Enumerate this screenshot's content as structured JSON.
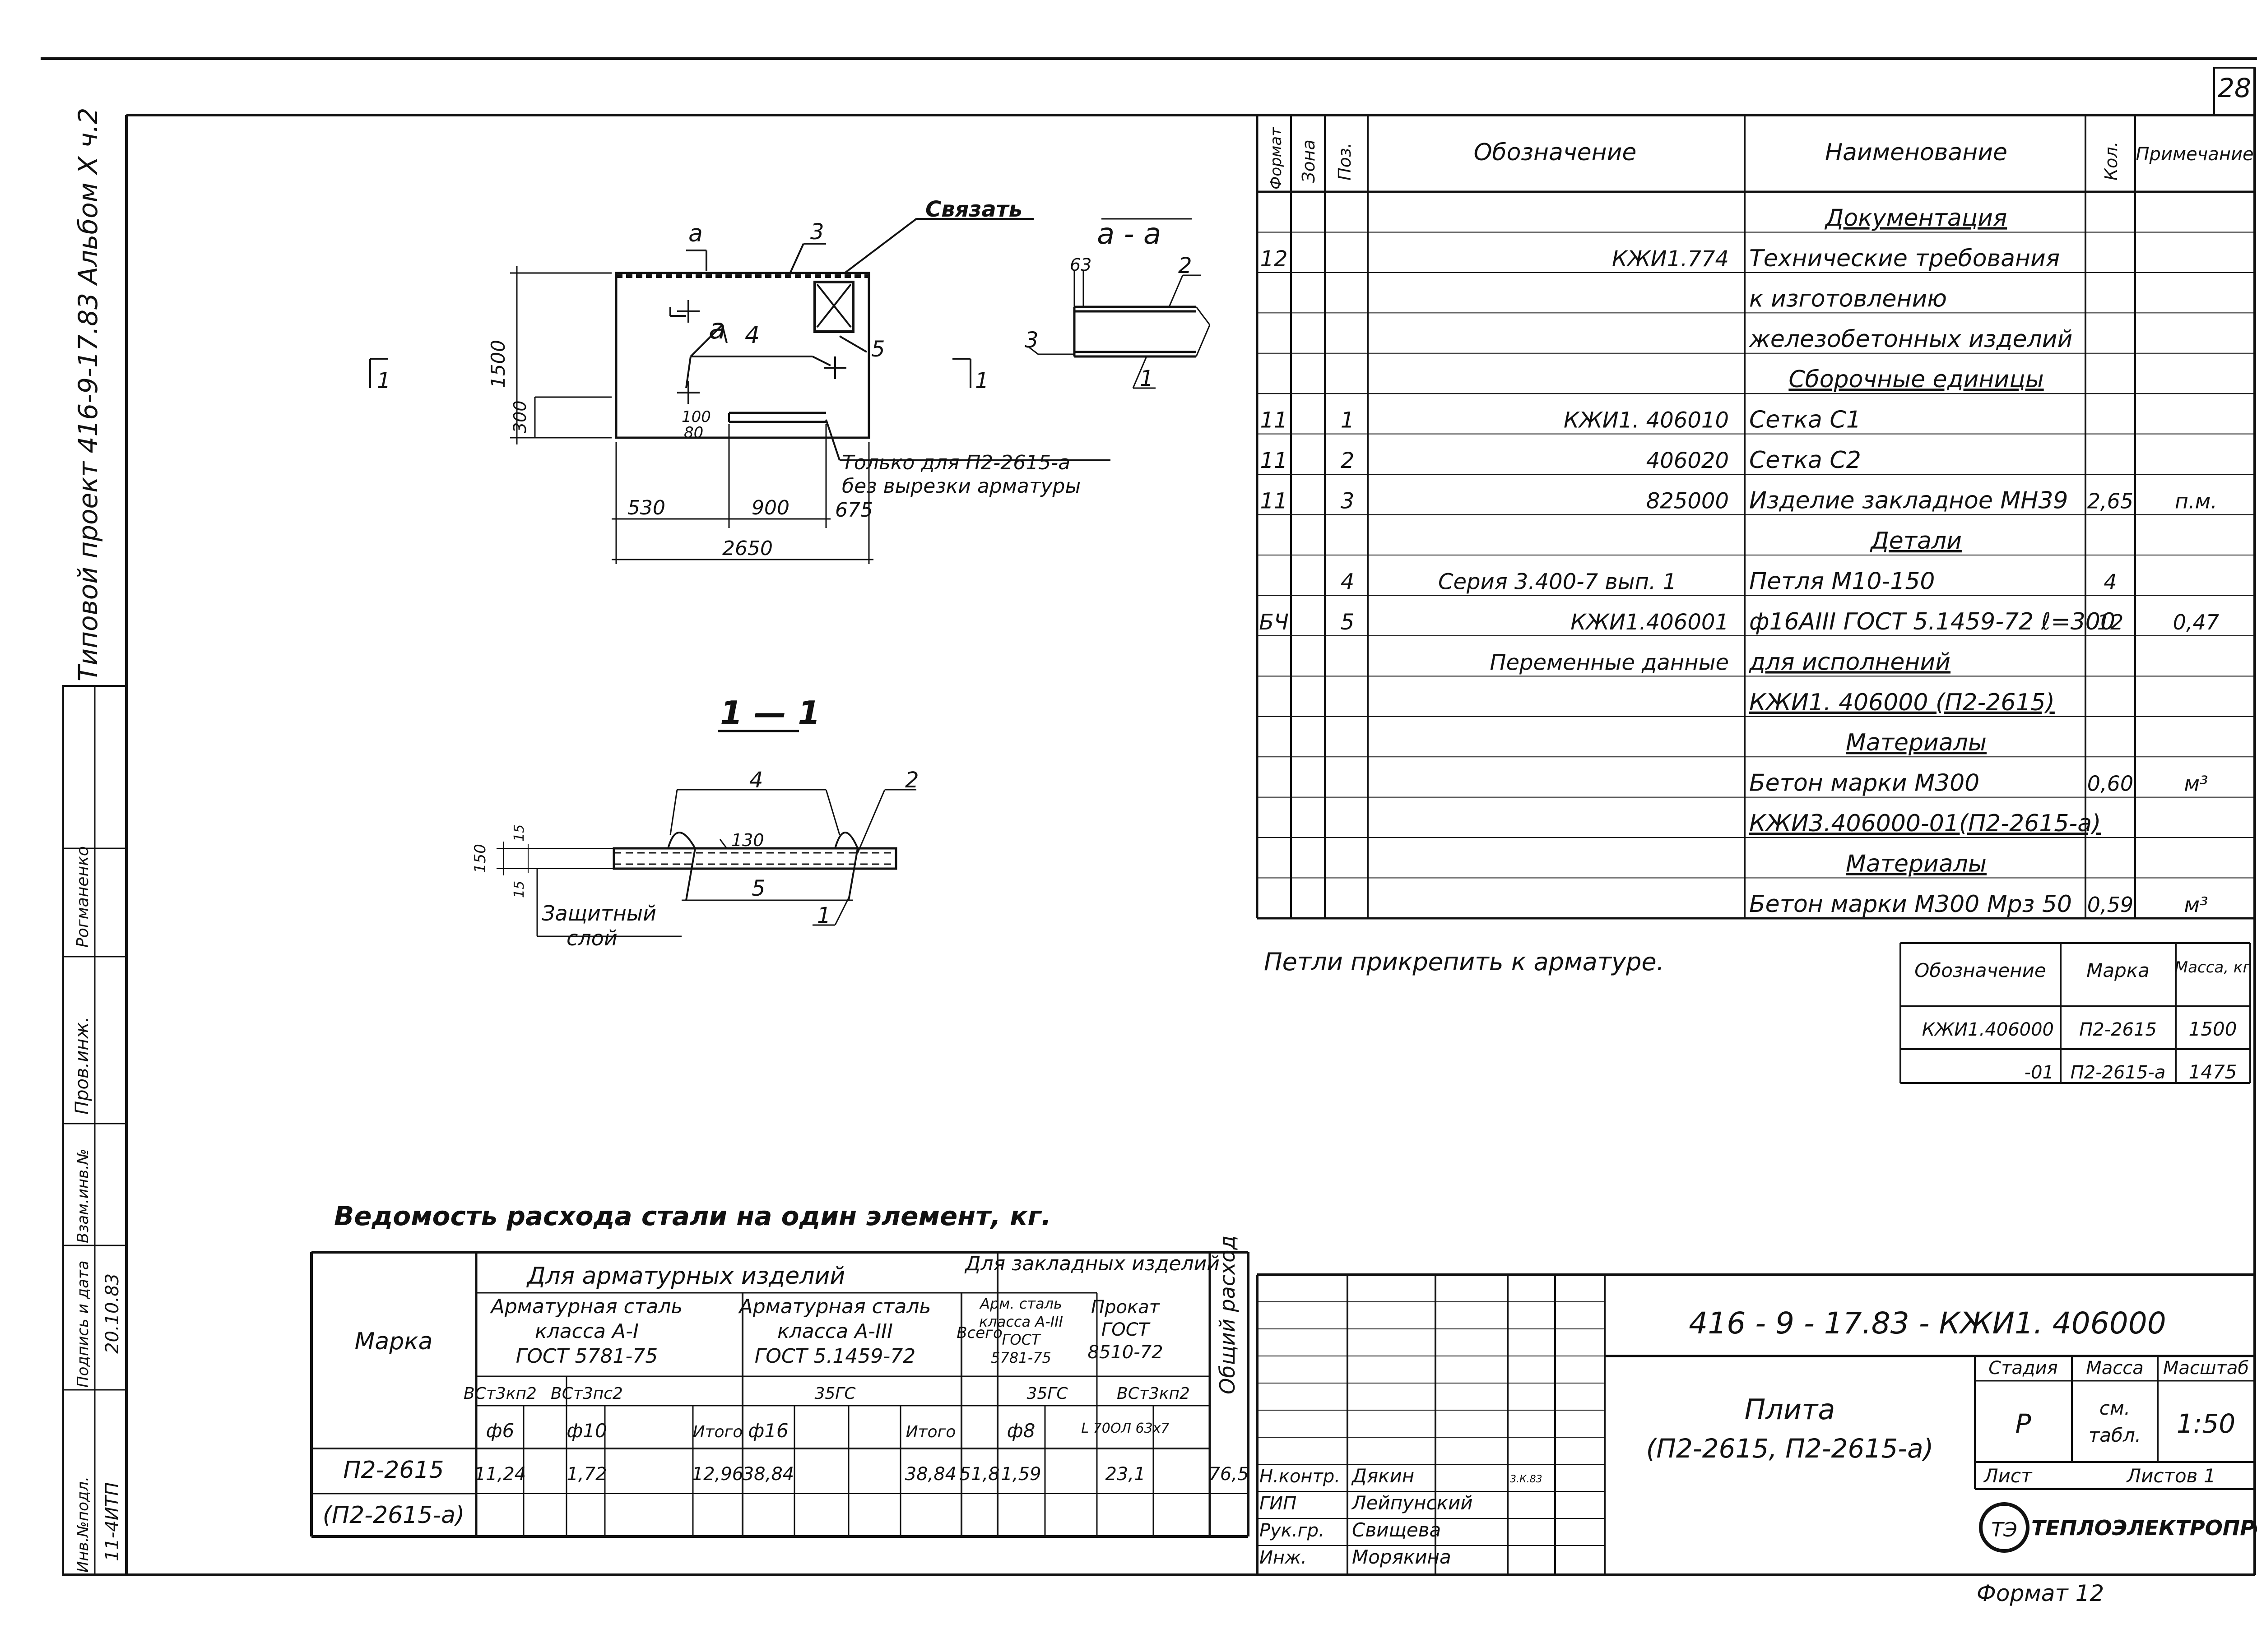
{
  "page": {
    "number": "28",
    "format": "Формат 12"
  },
  "side": {
    "album": "Типовой проект 416-9-17.83 Альбом Х ч.2",
    "bottom_labels": [
      "Инв.№подл.",
      "Подпись и дата",
      "Взам.инв.№"
    ],
    "inv_no": "11-4ИТП",
    "date": "20.10.83",
    "check_labels": [
      "Пров.инж.",
      "Рогманенко"
    ]
  },
  "spec": {
    "headers": [
      "Формат",
      "Зона",
      "Поз.",
      "Обозначение",
      "Наименование",
      "Кол.",
      "Примечание"
    ],
    "rows": [
      {
        "fmt": "",
        "pos": "",
        "oboz": "",
        "name": "Документация",
        "kol": "",
        "prim": "",
        "name_center": true,
        "underline": true
      },
      {
        "fmt": "12",
        "pos": "",
        "oboz": "КЖИ1.774",
        "name": "Технические требования",
        "kol": "",
        "prim": ""
      },
      {
        "fmt": "",
        "pos": "",
        "oboz": "",
        "name": "к изготовлению",
        "kol": "",
        "prim": ""
      },
      {
        "fmt": "",
        "pos": "",
        "oboz": "",
        "name": "железобетонных изделий",
        "kol": "",
        "prim": ""
      },
      {
        "fmt": "",
        "pos": "",
        "oboz": "",
        "name": "Сборочные единицы",
        "kol": "",
        "prim": "",
        "name_center": true,
        "underline": true
      },
      {
        "fmt": "11",
        "pos": "1",
        "oboz": "КЖИ1. 406010",
        "name": "Сетка С1",
        "kol": "",
        "prim": ""
      },
      {
        "fmt": "11",
        "pos": "2",
        "oboz": "406020",
        "name": "Сетка С2",
        "kol": "",
        "prim": ""
      },
      {
        "fmt": "11",
        "pos": "3",
        "oboz": "825000",
        "name": "Изделие закладное МН39",
        "kol": "2,65",
        "prim": "п.м."
      },
      {
        "fmt": "",
        "pos": "",
        "oboz": "",
        "name": "Детали",
        "kol": "",
        "prim": "",
        "name_center": true,
        "underline": true
      },
      {
        "fmt": "",
        "pos": "4",
        "oboz": "Серия 3.400-7 вып. 1",
        "name": "Петля  М10-150",
        "kol": "4",
        "prim": "",
        "oboz_center": true
      },
      {
        "fmt": "БЧ",
        "pos": "5",
        "oboz": "КЖИ1.406001",
        "name": "ф16АIII ГОСТ 5.1459-72 ℓ=300",
        "kol": "12",
        "prim": "0,47"
      },
      {
        "fmt": "",
        "pos": "",
        "oboz": "Переменные  данные",
        "name": "для  исполнений",
        "kol": "",
        "prim": "",
        "underline": true
      },
      {
        "fmt": "",
        "pos": "",
        "oboz": "",
        "name": "КЖИ1. 406000 (П2-2615)",
        "kol": "",
        "prim": "",
        "underline": true
      },
      {
        "fmt": "",
        "pos": "",
        "oboz": "",
        "name": "Материалы",
        "kol": "",
        "prim": "",
        "name_center": true,
        "underline": true
      },
      {
        "fmt": "",
        "pos": "",
        "oboz": "",
        "name": "Бетон марки  М300",
        "kol": "0,60",
        "prim": "м³"
      },
      {
        "fmt": "",
        "pos": "",
        "oboz": "",
        "name": "КЖИ3.406000-01(П2-2615-а)",
        "kol": "",
        "prim": "",
        "underline": true
      },
      {
        "fmt": "",
        "pos": "",
        "oboz": "",
        "name": "Материалы",
        "kol": "",
        "prim": "",
        "name_center": true,
        "underline": true
      },
      {
        "fmt": "",
        "pos": "",
        "oboz": "",
        "name": "Бетон марки М300 Мрз 50",
        "kol": "0,59",
        "prim": "м³"
      }
    ]
  },
  "note": "Петли прикрепить к арматуре.",
  "marks_table": {
    "headers": [
      "Обозначение",
      "Марка",
      "Масса, кг"
    ],
    "rows": [
      [
        "КЖИ1.406000",
        "П2-2615",
        "1500"
      ],
      [
        "-01",
        "П2-2615-а",
        "1475"
      ]
    ]
  },
  "drawing": {
    "plan": {
      "dims": [
        "1500",
        "300",
        "100",
        "80",
        "530",
        "900",
        "675",
        "2650"
      ],
      "labels": [
        "Связать",
        "3",
        "4",
        "5",
        "а",
        "а",
        "1",
        "1"
      ],
      "note1": "Только для П2-2615-а",
      "note2": "без  вырезки арматуры"
    },
    "section_aa": {
      "title": "а - а",
      "labels": [
        "63",
        "2",
        "3",
        "1"
      ]
    },
    "section_11": {
      "title": "1 — 1",
      "labels": [
        "4",
        "2",
        "1",
        "5",
        "130",
        "15",
        "150",
        "15"
      ],
      "cover": [
        "Защитный",
        "слой"
      ]
    }
  },
  "steel": {
    "title": "Ведомость расхода стали на один элемент, кг.",
    "h_marka": "Марка",
    "h_arm": "Для арматурных изделий",
    "h_zakl": "Для закладных изделий",
    "h_a1": [
      "Арматурная сталь",
      "класса А-I",
      "ГОСТ 5781-75"
    ],
    "h_a3": [
      "Арматурная сталь",
      "класса А-III",
      "ГОСТ 5.1459-72"
    ],
    "h_vsego": "Всего",
    "h_zakl_a3": [
      "Арм. сталь",
      "класса А-III",
      "ГОСТ",
      "5781-75"
    ],
    "h_prokat": [
      "Прокат",
      "ГОСТ",
      "8510-72"
    ],
    "h_total": "Общий расход",
    "h_st1": "ВСт3кп2",
    "h_st2": "ВСт3пс2",
    "h_st3": "35ГС",
    "h_st4": "35ГС",
    "h_st5": "ВСт3кп2",
    "h_d6": "ф6",
    "h_d10": "ф10",
    "h_itogo": "Итого",
    "h_d16": "ф16",
    "h_itogo2": "Итого",
    "h_d8": "ф8",
    "h_ugol": "L 70ОЛ 63х7",
    "row_marka": [
      "П2-2615",
      "(П2-2615-а)"
    ],
    "values": [
      "11,24",
      "1,72",
      "12,96",
      "38,84",
      "38,84",
      "51,8",
      "1,59",
      "23,1",
      "76,5"
    ]
  },
  "title_block": {
    "code": "416 - 9 - 17.83 - КЖИ1. 406000",
    "name": [
      "Плита",
      "(П2-2615,  П2-2615-а)"
    ],
    "stage_h": [
      "Стадия",
      "Масса",
      "Масштаб"
    ],
    "stage": "Р",
    "mass": [
      "см.",
      "табл."
    ],
    "scale": "1:50",
    "sheet_h": "Лист",
    "sheets_h": "Листов 1",
    "people": [
      [
        "Н.контр.",
        "Дякин",
        "",
        "3.К.83"
      ],
      [
        "ГИП",
        "Лейпунский",
        "",
        ""
      ],
      [
        "Рук.гр.",
        "Свищева",
        "",
        ""
      ],
      [
        "Инж.",
        "Морякина",
        "",
        ""
      ]
    ],
    "org": "ТЕПЛОЭЛЕКТРОПРОЕКТ"
  }
}
